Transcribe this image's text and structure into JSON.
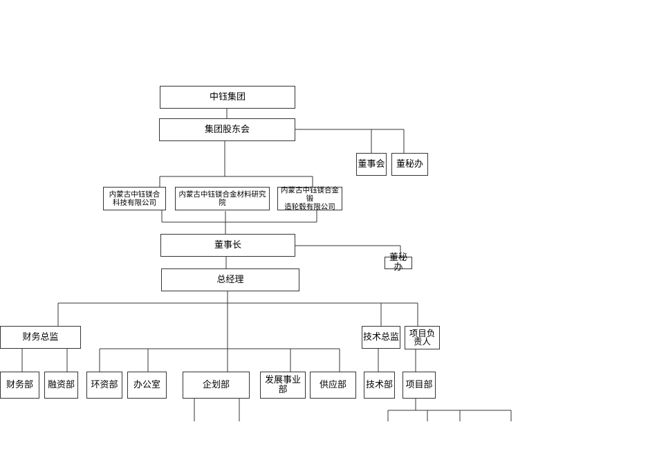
{
  "nodes": {
    "group": "中钰集团",
    "shareholders": "集团股东会",
    "board": "董事会",
    "board_secretary_office": "董秘办",
    "company_tech": "内蒙古中钰镁合\n科技有限公司",
    "research_institute": "内蒙古中钰镁合金材料研究院",
    "company_forging": "内蒙古中钰镁合金锻\n造轮毂有限公司",
    "chairman": "董事长",
    "chairman_secretary_office": "董秘办",
    "general_manager": "总经理",
    "cfo": "财务总监",
    "cto": "技术总监",
    "project_lead": "项目负\n责人",
    "finance_dept": "财务部",
    "financing_dept": "融资部",
    "env_dept": "环资部",
    "office": "办公室",
    "planning_dept": "企划部",
    "development_dept": "发展事业部",
    "supply_dept": "供应部",
    "tech_dept": "技术部",
    "project_dept": "项目部"
  }
}
